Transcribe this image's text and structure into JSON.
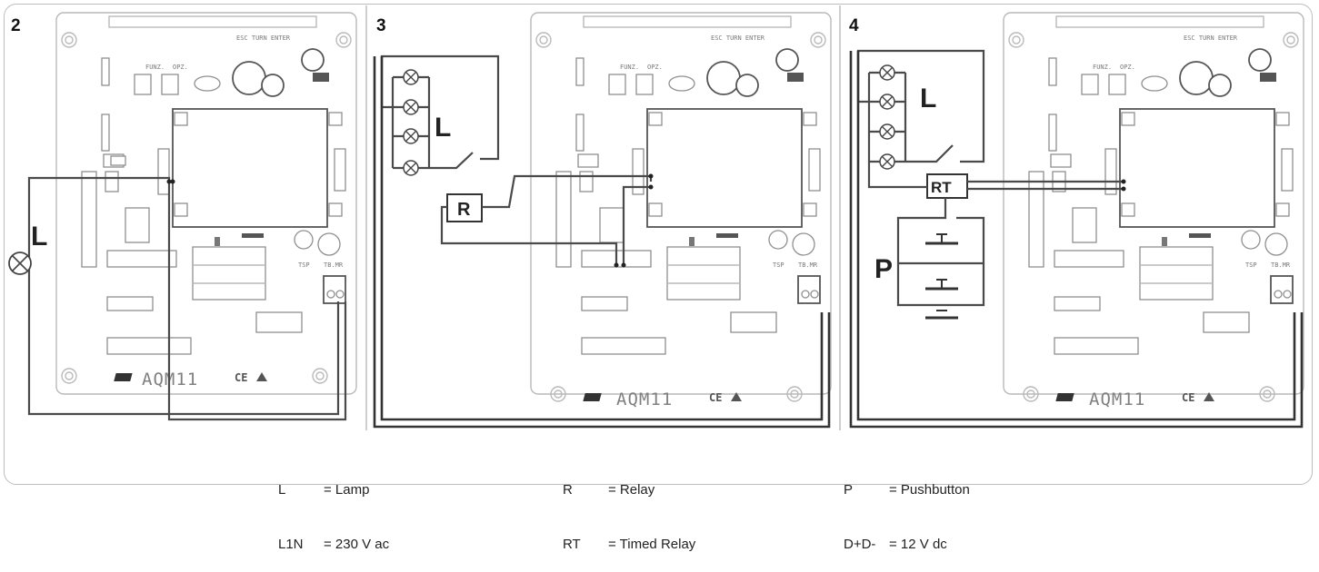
{
  "panels": [
    {
      "number": "2",
      "lamp_label": "L"
    },
    {
      "number": "3",
      "lamp_label": "L",
      "relay_label": "R"
    },
    {
      "number": "4",
      "lamp_label": "L",
      "relay_label": "RT",
      "pushbutton_label": "P"
    }
  ],
  "board": {
    "model": "AQM11",
    "marks": "CE",
    "buttons": "ESC TURN ENTER",
    "silk_fuse": "FUNZ.",
    "silk_opt": "OPZ.",
    "silk_tsp": "TSP",
    "silk_tbmr": "TB.MR"
  },
  "legend": {
    "col1": [
      {
        "key": "L",
        "value": "= Lamp"
      },
      {
        "key": "L1N",
        "value": "= 230 V ac"
      }
    ],
    "col2": [
      {
        "key": "R",
        "value": "= Relay"
      },
      {
        "key": "RT",
        "value": "= Timed Relay"
      }
    ],
    "col3": [
      {
        "key": "P",
        "value": "= Pushbutton"
      },
      {
        "key": "D+D-",
        "value": "= 12 V dc"
      }
    ]
  }
}
